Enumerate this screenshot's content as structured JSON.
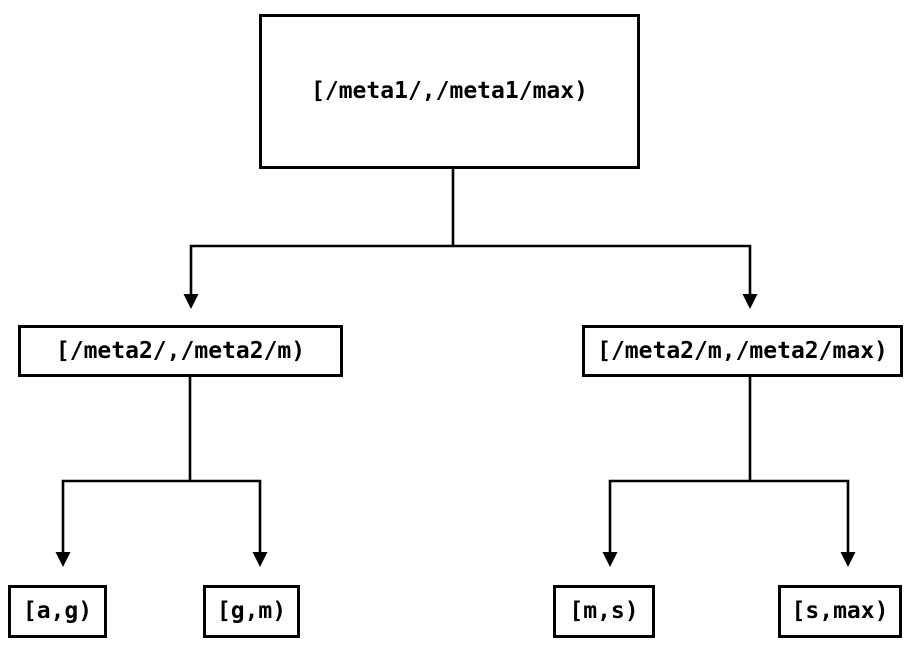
{
  "diagram": {
    "type": "tree",
    "colors": {
      "background": "#ffffff",
      "line": "#000000",
      "box_border": "#000000",
      "box_fill": "#ffffff",
      "text": "#000000"
    },
    "tree": {
      "root": {
        "label": "[/meta1/,/meta1/max)"
      },
      "children": [
        {
          "label": "[/meta2/,/meta2/m)",
          "children": [
            {
              "label": "[a,g)"
            },
            {
              "label": "[g,m)"
            }
          ]
        },
        {
          "label": "[/meta2/m,/meta2/max)",
          "children": [
            {
              "label": "[m,s)"
            },
            {
              "label": "[s,max)"
            }
          ]
        }
      ]
    }
  }
}
